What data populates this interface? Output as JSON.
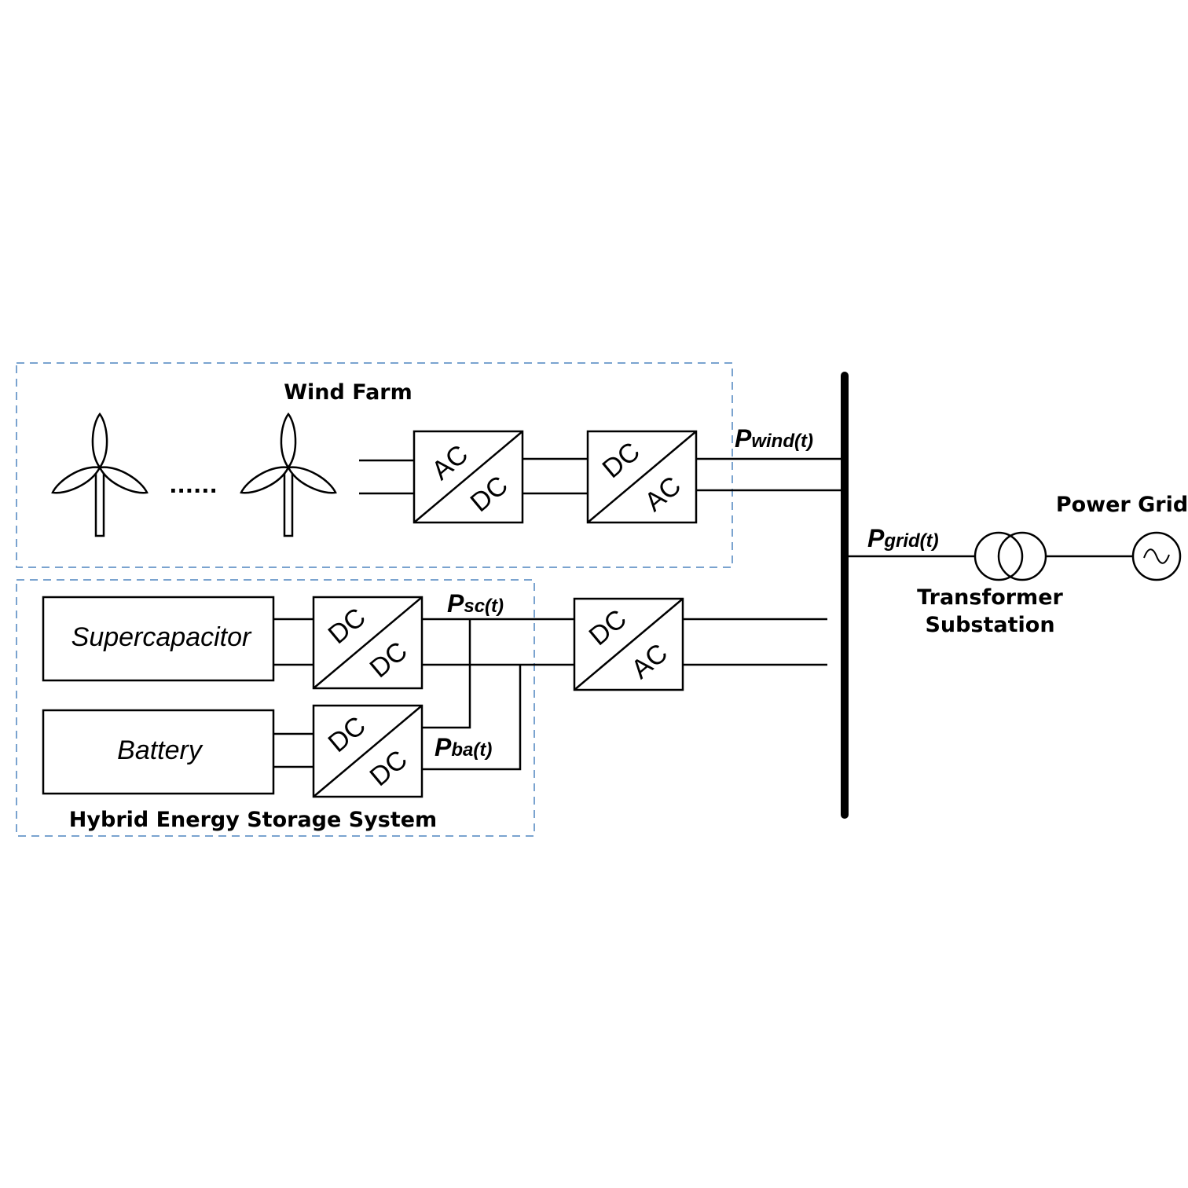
{
  "groups": {
    "wind_farm": "Wind Farm",
    "hess": "Hybrid Energy Storage System"
  },
  "turbine_ellipsis": "......",
  "converters": {
    "wind_acdc": {
      "top": "AC",
      "bottom": "DC"
    },
    "wind_dcac": {
      "top": "DC",
      "bottom": "AC"
    },
    "sc_dcdc": {
      "top": "DC",
      "bottom": "DC"
    },
    "ba_dcdc": {
      "top": "DC",
      "bottom": "DC"
    },
    "hess_dcac": {
      "top": "DC",
      "bottom": "AC"
    }
  },
  "storage": {
    "supercapacitor": "Supercapacitor",
    "battery": "Battery"
  },
  "power_labels": {
    "wind": {
      "p": "P",
      "sub": "wind(t)"
    },
    "grid": {
      "p": "P",
      "sub": "grid(t)"
    },
    "sc": {
      "p": "P",
      "sub": "sc(t)"
    },
    "ba": {
      "p": "P",
      "sub": "ba(t)"
    }
  },
  "transformer": {
    "line1": "Transformer",
    "line2": "Substation"
  },
  "power_grid": "Power Grid",
  "colors": {
    "group_border": "#7aa3cf",
    "line": "#000000"
  }
}
